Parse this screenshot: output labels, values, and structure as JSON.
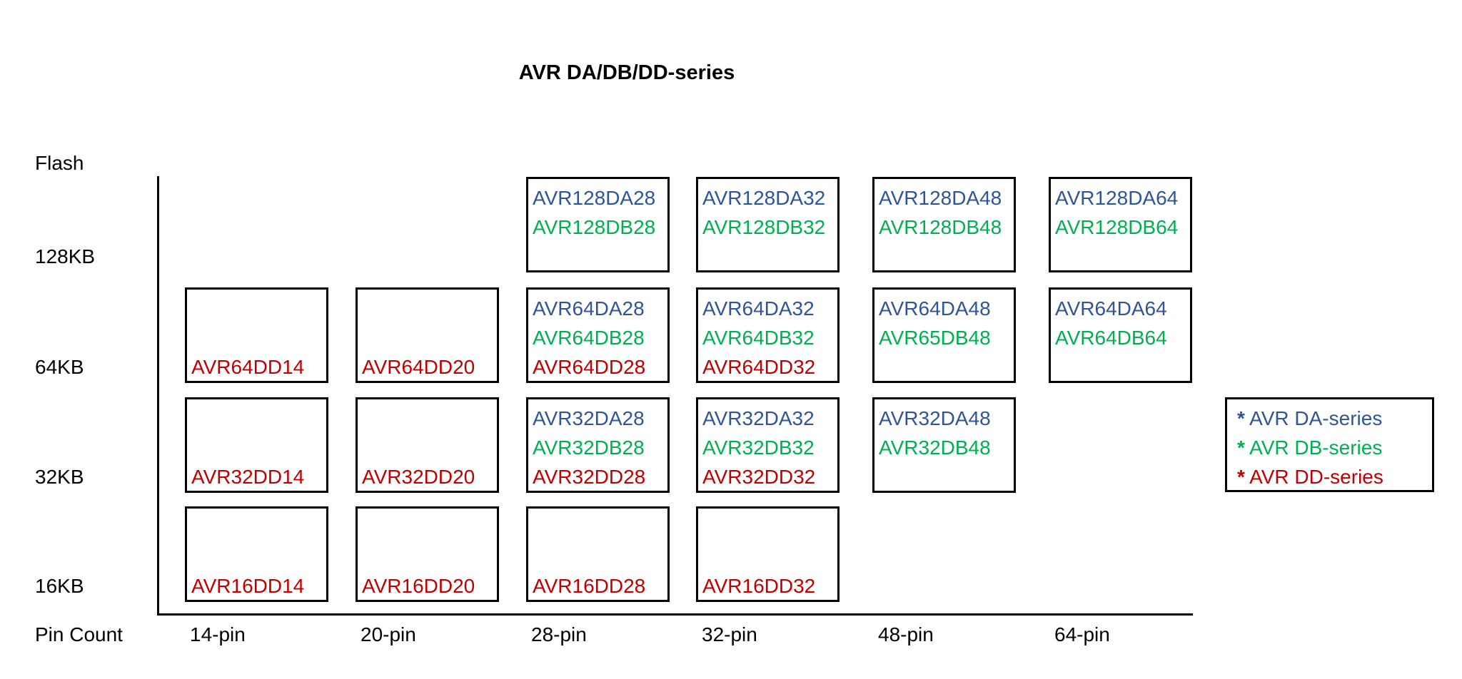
{
  "title": "AVR DA/DB/DD-series",
  "y_axis": {
    "label": "Flash",
    "ticks": [
      "128KB",
      "64KB",
      "32KB",
      "16KB"
    ]
  },
  "x_axis": {
    "label": "Pin Count",
    "ticks": [
      "14-pin",
      "20-pin",
      "28-pin",
      "32-pin",
      "48-pin",
      "64-pin"
    ]
  },
  "colors": {
    "da": "#2F5597",
    "db": "#00B050",
    "dd": "#C00000"
  },
  "grid": {
    "r128": {
      "p28": {
        "da": "AVR128DA28",
        "db": "AVR128DB28"
      },
      "p32": {
        "da": "AVR128DA32",
        "db": "AVR128DB32"
      },
      "p48": {
        "da": "AVR128DA48",
        "db": "AVR128DB48"
      },
      "p64": {
        "da": "AVR128DA64",
        "db": "AVR128DB64"
      }
    },
    "r64": {
      "p14": {
        "dd": "AVR64DD14"
      },
      "p20": {
        "dd": "AVR64DD20"
      },
      "p28": {
        "da": "AVR64DA28",
        "db": "AVR64DB28",
        "dd": "AVR64DD28"
      },
      "p32": {
        "da": "AVR64DA32",
        "db": "AVR64DB32",
        "dd": "AVR64DD32"
      },
      "p48": {
        "da": "AVR64DA48",
        "db": "AVR65DB48"
      },
      "p64": {
        "da": "AVR64DA64",
        "db": "AVR64DB64"
      }
    },
    "r32": {
      "p14": {
        "dd": "AVR32DD14"
      },
      "p20": {
        "dd": "AVR32DD20"
      },
      "p28": {
        "da": "AVR32DA28",
        "db": "AVR32DB28",
        "dd": "AVR32DD28"
      },
      "p32": {
        "da": "AVR32DA32",
        "db": "AVR32DB32",
        "dd": "AVR32DD32"
      },
      "p48": {
        "da": "AVR32DA48",
        "db": "AVR32DB48"
      }
    },
    "r16": {
      "p14": {
        "dd": "AVR16DD14"
      },
      "p20": {
        "dd": "AVR16DD20"
      },
      "p28": {
        "dd": "AVR16DD28"
      },
      "p32": {
        "dd": "AVR16DD32"
      }
    }
  },
  "legend": {
    "marker": "*",
    "items": [
      {
        "label": "AVR DA-series",
        "color": "#2F5597"
      },
      {
        "label": "AVR DB-series",
        "color": "#00B050"
      },
      {
        "label": "AVR DD-series",
        "color": "#C00000"
      }
    ]
  },
  "chart_data": {
    "type": "table",
    "title": "AVR DA/DB/DD-series",
    "xlabel": "Pin Count",
    "ylabel": "Flash",
    "categories": [
      "14-pin",
      "20-pin",
      "28-pin",
      "32-pin",
      "48-pin",
      "64-pin"
    ],
    "rows": [
      "128KB",
      "64KB",
      "32KB",
      "16KB"
    ],
    "series": [
      {
        "name": "AVR DA-series",
        "color": "#2F5597",
        "devices": [
          "AVR128DA28",
          "AVR128DA32",
          "AVR128DA48",
          "AVR128DA64",
          "AVR64DA28",
          "AVR64DA32",
          "AVR64DA48",
          "AVR64DA64",
          "AVR32DA28",
          "AVR32DA32",
          "AVR32DA48"
        ]
      },
      {
        "name": "AVR DB-series",
        "color": "#00B050",
        "devices": [
          "AVR128DB28",
          "AVR128DB32",
          "AVR128DB48",
          "AVR128DB64",
          "AVR64DB28",
          "AVR64DB32",
          "AVR65DB48",
          "AVR64DB64",
          "AVR32DB28",
          "AVR32DB32",
          "AVR32DB48"
        ]
      },
      {
        "name": "AVR DD-series",
        "color": "#C00000",
        "devices": [
          "AVR64DD14",
          "AVR64DD20",
          "AVR64DD28",
          "AVR64DD32",
          "AVR32DD14",
          "AVR32DD20",
          "AVR32DD28",
          "AVR32DD32",
          "AVR16DD14",
          "AVR16DD20",
          "AVR16DD28",
          "AVR16DD32"
        ]
      }
    ],
    "legend_position": "right"
  }
}
